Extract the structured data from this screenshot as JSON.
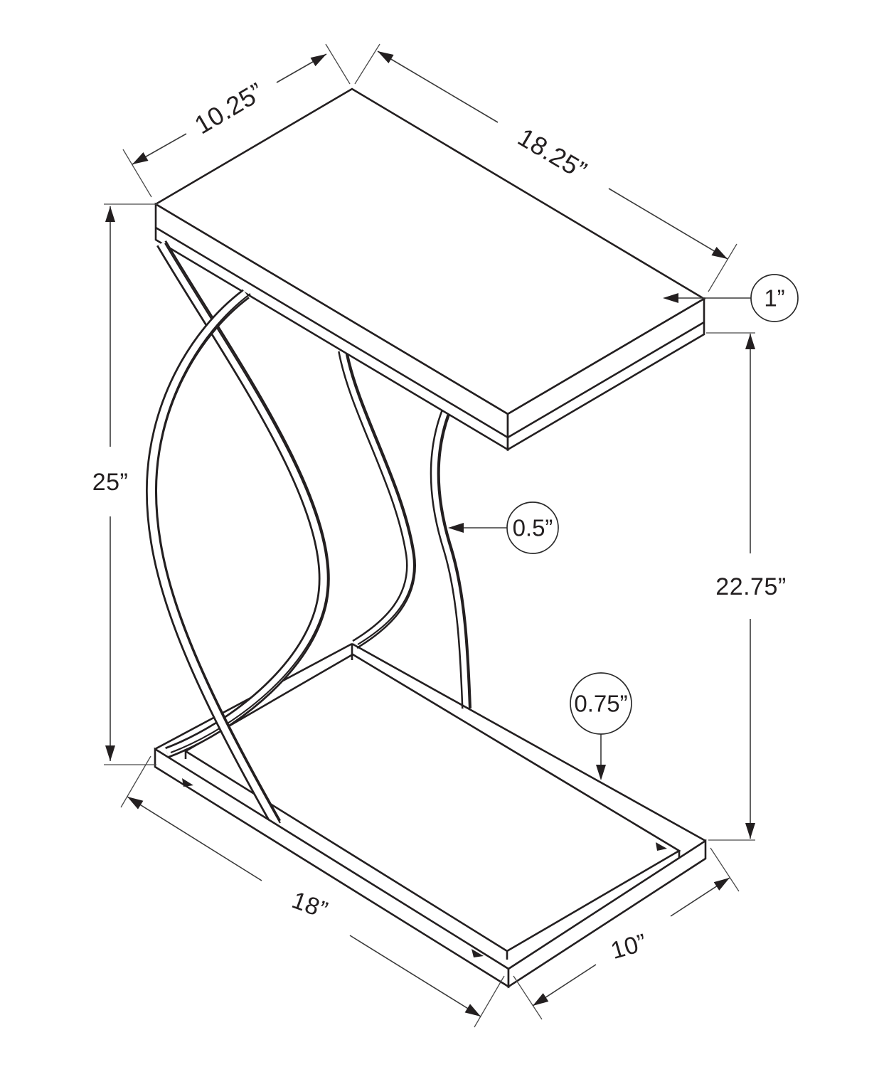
{
  "figure": {
    "kind": "furniture dimension drawing",
    "background": "#ffffff",
    "ink_color": "#231f20",
    "thin_line_color": "#3a3a3a"
  },
  "dimensions": {
    "top_depth": "10.25”",
    "top_length": "18.25”",
    "top_thickness": "1”",
    "overall_height": "25”",
    "leg_tube_thickness": "0.5”",
    "clearance_height": "22.75”",
    "base_thickness": "0.75”",
    "base_length": "18”",
    "base_depth": "10”"
  }
}
